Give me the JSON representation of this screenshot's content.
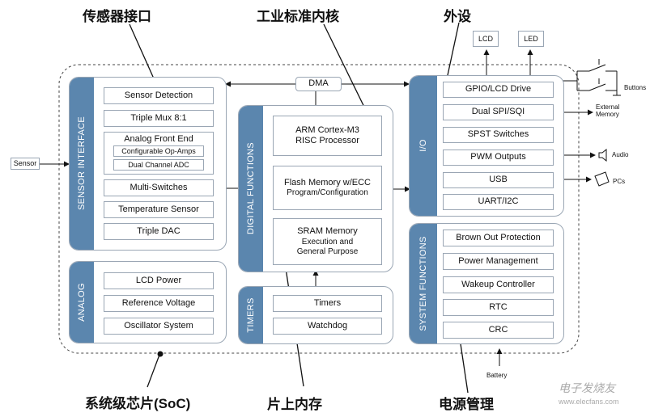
{
  "annotations": {
    "sensor_interface_cn": "传感器接口",
    "core_cn": "工业标准内核",
    "peripherals_cn": "外设",
    "soc_cn": "系统级芯片(SoC)",
    "onchip_mem_cn": "片上内存",
    "power_mgmt_cn": "电源管理"
  },
  "sensor_interface": {
    "label": "SENSOR INTERFACE",
    "items": [
      "Sensor Detection",
      "Triple Mux 8:1",
      "Multi-Switches",
      "Temperature Sensor",
      "Triple DAC"
    ],
    "afe_title": "Analog Front End",
    "afe_items": [
      "Configurable Op-Amps",
      "Dual Channel ADC"
    ]
  },
  "analog": {
    "label": "ANALOG",
    "items": [
      "LCD Power",
      "Reference Voltage",
      "Oscillator System"
    ]
  },
  "digital": {
    "label": "DIGITAL FUNCTIONS",
    "cpu": [
      "ARM Cortex-M3",
      "RISC Processor"
    ],
    "flash": [
      "Flash Memory w/ECC",
      "Program/Configuration"
    ],
    "sram": [
      "SRAM Memory",
      "Execution and",
      "General Purpose"
    ]
  },
  "timers": {
    "label": "TIMERS",
    "items": [
      "Timers",
      "Watchdog"
    ]
  },
  "io": {
    "label": "I/O",
    "items": [
      "GPIO/LCD Drive",
      "Dual SPI/SQI",
      "SPST Switches",
      "PWM Outputs",
      "USB",
      "UART/I2C"
    ]
  },
  "system": {
    "label": "SYSTEM FUNCTIONS",
    "items": [
      "Brown Out Protection",
      "Power Management",
      "Wakeup Controller",
      "RTC",
      "CRC"
    ]
  },
  "dma": "DMA",
  "external": {
    "sensor": "Sensor",
    "lcd": "LCD",
    "led": "LED",
    "buttons": "Buttons",
    "ext_mem_1": "External",
    "ext_mem_2": "Memory",
    "audio": "Audio",
    "pcs": "PCs",
    "battery": "Battery"
  },
  "watermark": "电子发烧友",
  "watermark_url": "www.elecfans.com"
}
